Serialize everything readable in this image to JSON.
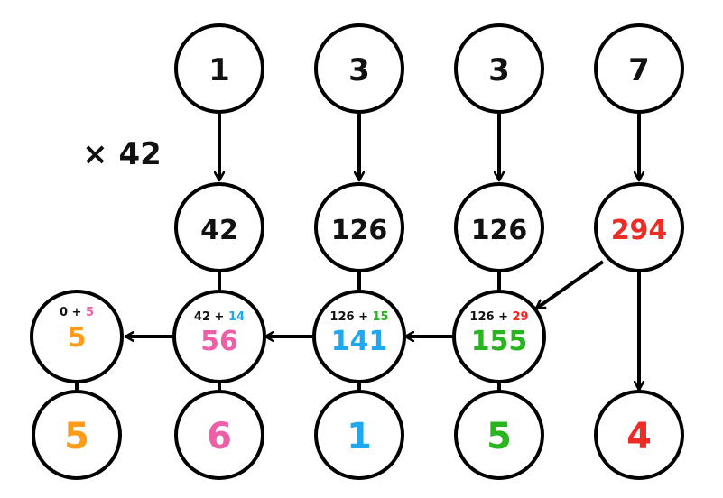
{
  "multiplier": "× 42",
  "colors": {
    "black": "#111111",
    "orange": "#ff9d1a",
    "pink": "#ee5fa9",
    "blue": "#1ea8f0",
    "green": "#29b51f",
    "red": "#ee2b24"
  },
  "top_row": [
    "1",
    "3",
    "3",
    "7"
  ],
  "product_row": [
    {
      "text": "42",
      "color": "black"
    },
    {
      "text": "126",
      "color": "black"
    },
    {
      "text": "126",
      "color": "black"
    },
    {
      "text": "294",
      "color": "red"
    }
  ],
  "sum_row": [
    {
      "base": "0",
      "plus": " + ",
      "carry": "5",
      "carry_color": "pink",
      "value": "5",
      "value_color": "orange"
    },
    {
      "base": "42",
      "plus": " + ",
      "carry": "14",
      "carry_color": "blue",
      "value": "56",
      "value_color": "pink"
    },
    {
      "base": "126",
      "plus": " + ",
      "carry": "15",
      "carry_color": "green",
      "value": "141",
      "value_color": "blue"
    },
    {
      "base": "126",
      "plus": " + ",
      "carry": "29",
      "carry_color": "red",
      "value": "155",
      "value_color": "green"
    }
  ],
  "digit_row": [
    {
      "text": "5",
      "color": "orange"
    },
    {
      "text": "6",
      "color": "pink"
    },
    {
      "text": "1",
      "color": "blue"
    },
    {
      "text": "5",
      "color": "green"
    },
    {
      "text": "4",
      "color": "red"
    }
  ]
}
